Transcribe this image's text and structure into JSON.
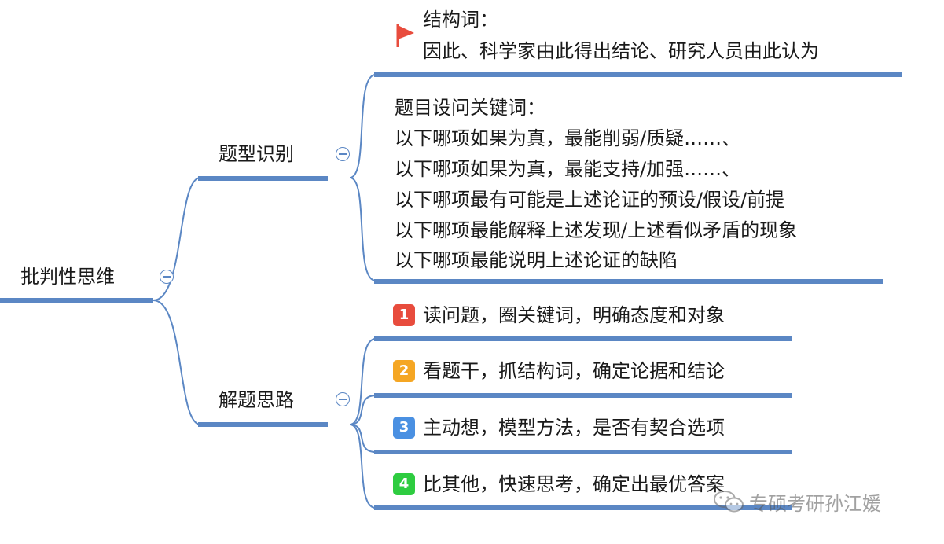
{
  "root": {
    "label": "批判性思维"
  },
  "branches": [
    {
      "label": "题型识别"
    },
    {
      "label": "解题思路"
    }
  ],
  "structure_words": {
    "title": "结构词：",
    "line": "因此、科学家由此得出结论、研究人员由此认为"
  },
  "question_keywords": {
    "title": "题目设问关键词：",
    "lines": [
      "以下哪项如果为真，最能削弱/质疑……、",
      "以下哪项如果为真，最能支持/加强……、",
      "以下哪项最有可能是上述论证的预设/假设/前提",
      "以下哪项最能解释上述发现/上述看似矛盾的现象",
      "以下哪项最能说明上述论证的缺陷"
    ]
  },
  "steps": [
    {
      "num": "1",
      "text": "读问题，圈关键词，明确态度和对象",
      "color": "#e84c3d"
    },
    {
      "num": "2",
      "text": "看题干，抓结构词，确定论据和结论",
      "color": "#f5a623"
    },
    {
      "num": "3",
      "text": "主动想，模型方法，是否有契合选项",
      "color": "#4a90e2"
    },
    {
      "num": "4",
      "text": "比其他，快速思考，确定出最优答案",
      "color": "#2ecc40"
    }
  ],
  "watermark": {
    "text": "专硕考研孙江媛"
  },
  "colors": {
    "connector": "#5b87c4",
    "flag": "#e84c3d"
  }
}
